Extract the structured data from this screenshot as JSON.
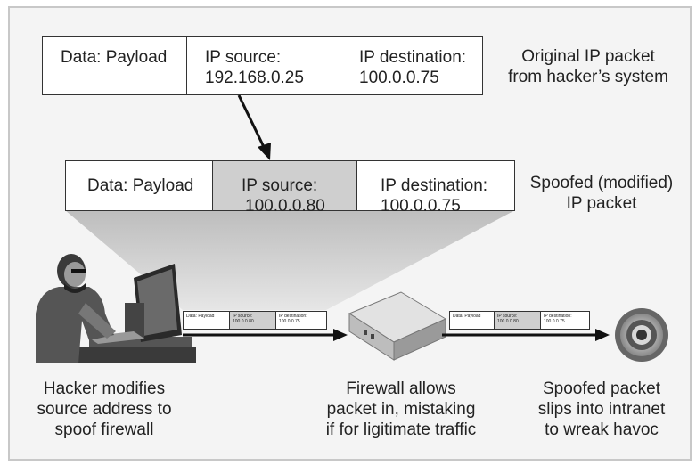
{
  "original_packet": {
    "payload": "Data: Payload",
    "src_label": "IP source:",
    "src_value": "192.168.0.25",
    "dst_label": "IP destination:",
    "dst_value": "100.0.0.75",
    "caption_line1": "Original IP packet",
    "caption_line2": "from hacker’s system"
  },
  "spoofed_packet": {
    "payload": "Data: Payload",
    "src_label": "IP source:",
    "src_value": "100.0.0.80",
    "dst_label": "IP destination:",
    "dst_value": "100.0.0.75",
    "caption_line1": "Spoofed (modified)",
    "caption_line2": "IP packet"
  },
  "small_packets": {
    "payload": "Data: Payload",
    "src_label": "IP source:",
    "src_value": "100.0.0.80",
    "dst_label": "IP destination:",
    "dst_value": "100.0.0.75"
  },
  "captions": {
    "hacker": [
      "Hacker modifies",
      "source address to",
      "spoof firewall"
    ],
    "firewall": [
      "Firewall allows",
      "packet in, mistaking",
      "if for ligitimate traffic"
    ],
    "intranet": [
      "Spoofed packet",
      "slips into intranet",
      "to wreak havoc"
    ]
  },
  "colors": {
    "shaded_field": "#cfcfcf",
    "funnel": "#d2d2d2",
    "arrow": "#111111",
    "background": "#f4f4f4"
  }
}
